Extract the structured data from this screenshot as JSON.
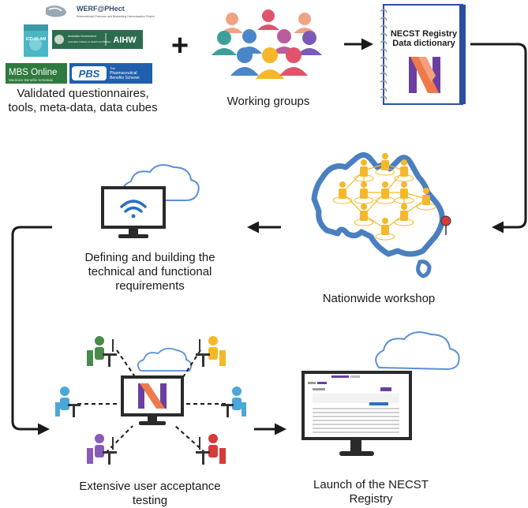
{
  "logos": {
    "werf_name": "WERF@PHect",
    "werf_sub": "Endometriosis Phenome and Biobanking Harmonisation Project",
    "icd_label": "ICD-10-AM",
    "aihw_gov": "Australian Government",
    "aihw_inst": "Australian Institute of Health and Welfare",
    "aihw_abbr": "AIHW",
    "mbs_title": "MBS Online",
    "mbs_sub": "Medicare Benefits Schedule",
    "pbs_abbr": "PBS",
    "pbs_line1": "The",
    "pbs_line2": "Pharmaceutical",
    "pbs_line3": "Benefits Scheme"
  },
  "steps": {
    "validated": {
      "line1": "Validated questionnaires,",
      "line2": "tools, meta-data, data cubes"
    },
    "plus_sign": "+",
    "working_groups": "Working groups",
    "dictionary": {
      "line1": "NECST Registry",
      "line2": "Data dictionary"
    },
    "nationwide": "Nationwide workshop",
    "defining": {
      "line1": "Defining and building the",
      "line2": "technical and functional",
      "line3": "requirements"
    },
    "uat": {
      "line1": "Extensive user acceptance",
      "line2": "testing"
    },
    "launch": {
      "line1": "Launch of the NECST",
      "line2": "Registry"
    }
  },
  "colors": {
    "arrow": "#1a1a1a",
    "brand_orange": "#ee7a4c",
    "brand_purple": "#6b3fa0",
    "australia_outline": "#4a7fc0",
    "person_yellow": "#f5b829",
    "cloud_blue": "#5a8fd8",
    "monitor_dark": "#2a2a2a"
  },
  "icons": [
    "werf-logo",
    "icd-book-icon",
    "aihw-logo",
    "mbs-logo",
    "pbs-logo",
    "group-people-icon",
    "notebook-icon",
    "australia-map-icon",
    "cloud-icon",
    "wifi-icon",
    "monitor-icon",
    "desk-person-icon",
    "registry-screen-icon"
  ]
}
